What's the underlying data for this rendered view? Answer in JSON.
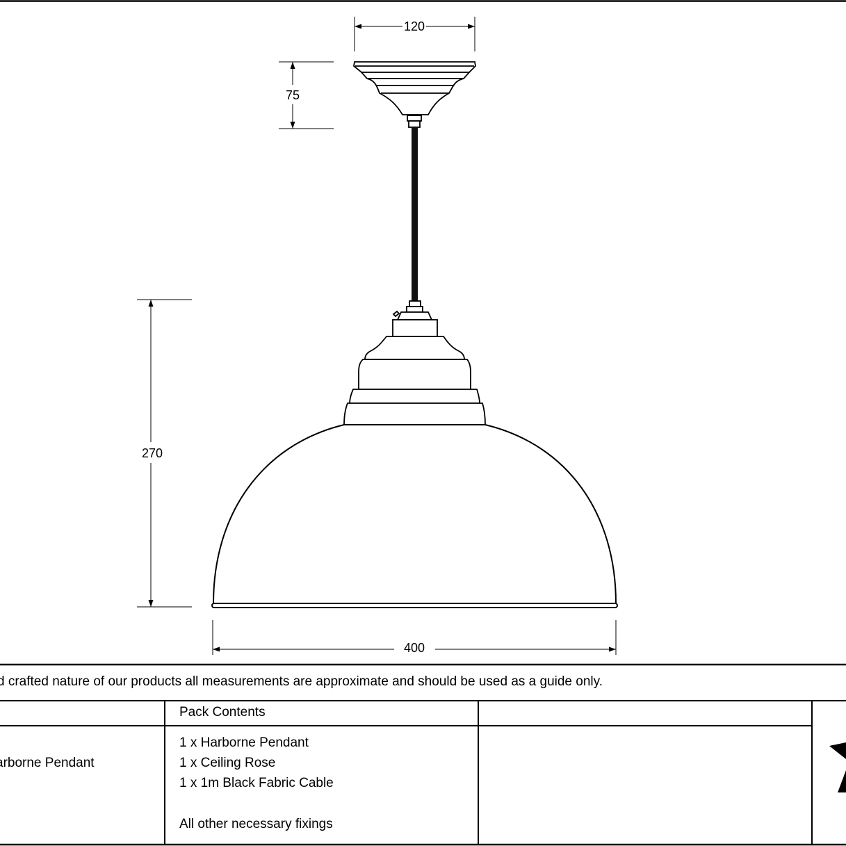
{
  "dimensions": {
    "rose_width": "120",
    "rose_height": "75",
    "shade_height": "270",
    "shade_width": "400"
  },
  "disclaimer": "d crafted nature of our products all measurements are approximate and should be used as a guide only.",
  "table": {
    "col_headers": [
      "",
      "Pack Contents",
      "",
      ""
    ],
    "product_name": "arborne Pendant",
    "pack_contents": [
      "1 x Harborne Pendant",
      "1 x Ceiling Rose",
      "1 x 1m Black Fabric Cable",
      "All other necessary fixings"
    ]
  }
}
